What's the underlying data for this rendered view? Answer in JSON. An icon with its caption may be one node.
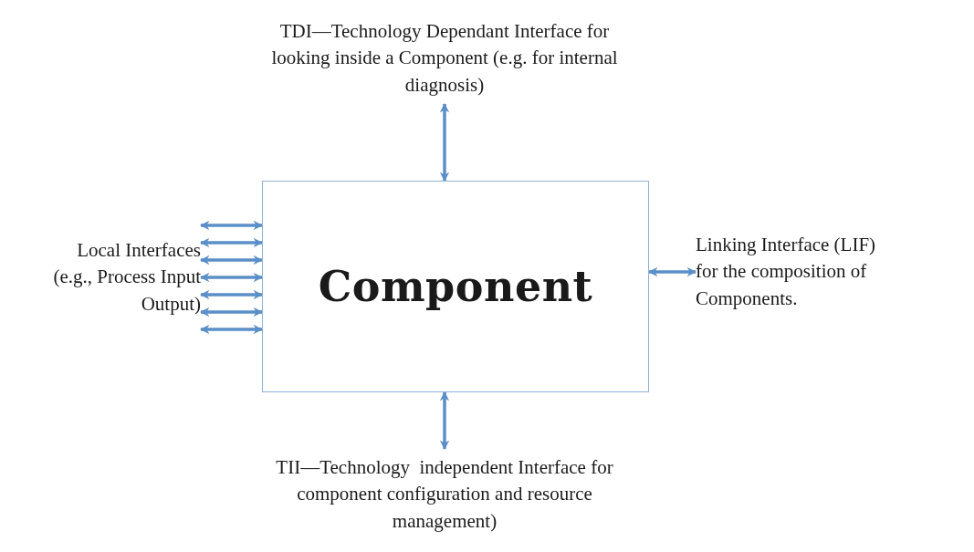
{
  "diagram": {
    "nodes": [
      {
        "text": [
          "TDI—Technology Dependant Interface for looking inside a Component (e.g. for internal diagnosis)"
        ]
      },
      {
        "text": [
          "Component"
        ]
      },
      {
        "text": [
          "Local Interfaces (e.g., Process Input Output)"
        ]
      },
      {
        "text": [
          "Linking Interface (LIF) for the composition of Components."
        ]
      },
      {
        "text": [
          "TII—Technology  independent Interface for component configuration and resource management)"
        ]
      }
    ],
    "edges": [
      {
        "from": 0,
        "to": 1,
        "arrow": "both"
      },
      {
        "from": 2,
        "to": 1,
        "arrow": "both"
      },
      {
        "from": 2,
        "to": 1,
        "arrow": "both"
      },
      {
        "from": 2,
        "to": 1,
        "arrow": "both"
      },
      {
        "from": 2,
        "to": 1,
        "arrow": "both"
      },
      {
        "from": 2,
        "to": 1,
        "arrow": "both"
      },
      {
        "from": 2,
        "to": 1,
        "arrow": "both"
      },
      {
        "from": 2,
        "to": 1,
        "arrow": "both"
      },
      {
        "from": 1,
        "to": 3,
        "arrow": "both"
      },
      {
        "from": 1,
        "to": 4,
        "arrow": "both"
      }
    ]
  }
}
